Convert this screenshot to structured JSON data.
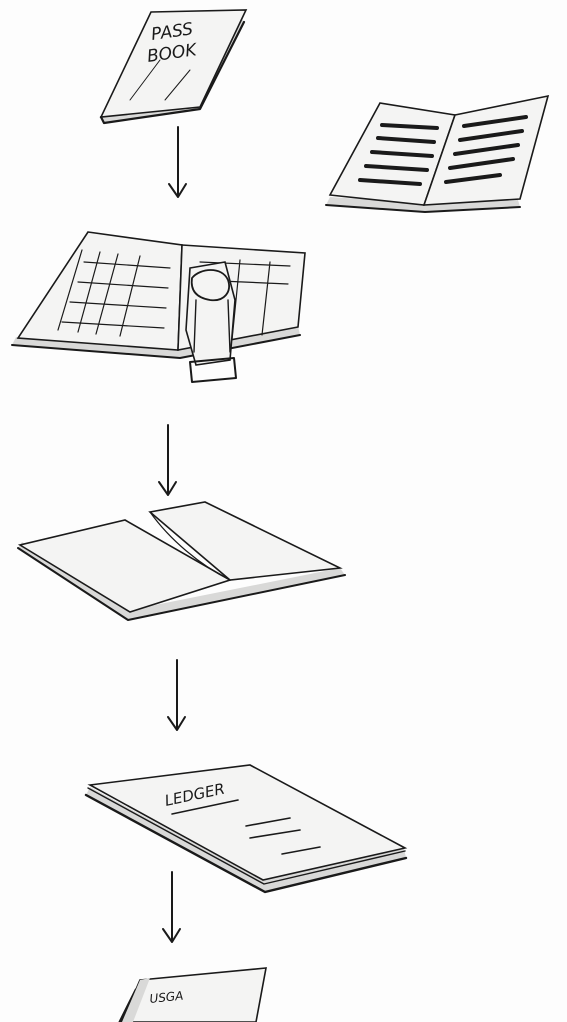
{
  "sketch": {
    "passbook_label_line1": "PASS",
    "passbook_label_line2": "BOOK",
    "ledger_label": "LEDGER",
    "bottom_book_label": "USGA"
  }
}
